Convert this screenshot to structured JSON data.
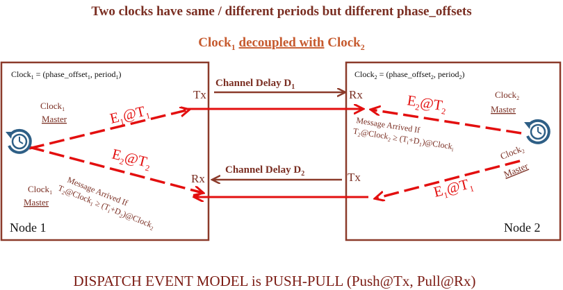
{
  "title": "Two clocks have same / different periods but different phase_offsets",
  "subtitle": {
    "clock1_base": "Clock",
    "clock1_sub": "1",
    "middle": "decoupled with",
    "clock2_base": "Clock",
    "clock2_sub": "2"
  },
  "node1": {
    "label": "Node 1",
    "clock_def": {
      "base": "Clock",
      "sub1": "1",
      "mid": " = (phase_offset",
      "sub2": "1",
      "mid2": ", period",
      "sub3": "1",
      "end": ")"
    },
    "clock_master_top": {
      "base": "Clock",
      "sub": "1",
      "role": "Master"
    },
    "clock_master_bottom": {
      "base": "Clock",
      "sub": "1",
      "role": "Master"
    },
    "tx": "Tx",
    "rx": "Rx",
    "clock_icon": "clock-refresh-icon"
  },
  "node2": {
    "label": "Node 2",
    "clock_def": {
      "base": "Clock",
      "sub1": "2",
      "mid": " = (phase_offset",
      "sub2": "2",
      "mid2": ", period",
      "sub3": "2",
      "end": ")"
    },
    "clock_master_top": {
      "base": "Clock",
      "sub": "2",
      "role": "Master"
    },
    "clock_master_bottom": {
      "base": "Clock",
      "sub": "2",
      "role": "Master"
    },
    "rx": "Rx",
    "tx": "Tx",
    "clock_icon": "clock-refresh-icon"
  },
  "channels": {
    "top": {
      "base": "Channel Delay D",
      "sub": "1"
    },
    "bottom": {
      "base": "Channel Delay D",
      "sub": "2"
    }
  },
  "events": {
    "e1_left": {
      "e": "E",
      "esub": "1",
      "at": "@T",
      "tsub": "1"
    },
    "e2_left": {
      "e": "E",
      "esub": "2",
      "at": "@T",
      "tsub": "2"
    },
    "e2_right": {
      "e": "E",
      "esub": "2",
      "at": "@T",
      "tsub": "2"
    },
    "e1_right": {
      "e": "E",
      "esub": "1",
      "at": "@T",
      "tsub": "1"
    }
  },
  "conditions": {
    "left": {
      "line1": "Message Arrived If",
      "line2": {
        "a": "T",
        "asub": "2",
        "b": "@Clock",
        "bsub": "1",
        "c": " ≥ (T",
        "csub": "i",
        "d": "+D",
        "dsub": "2",
        "e": ")@Clock",
        "esub": "2"
      }
    },
    "right": {
      "line1": "Message Arrived If",
      "line2": {
        "a": "T",
        "asub": "2",
        "b": "@Clock",
        "bsub": "2",
        "c": " ≥ (T",
        "csub": "i",
        "d": "+D",
        "dsub": "1",
        "e": ")@Clock",
        "esub": "i"
      }
    }
  },
  "bottom_text": "DISPATCH EVENT MODEL is PUSH-PULL (Push@Tx, Pull@Rx)",
  "colors": {
    "dark_red": "#7a2e22",
    "bright_red": "#e30f0f",
    "orange": "#c65a2e",
    "box": "#8b3a2a",
    "icon_blue": "#2e5f86"
  }
}
